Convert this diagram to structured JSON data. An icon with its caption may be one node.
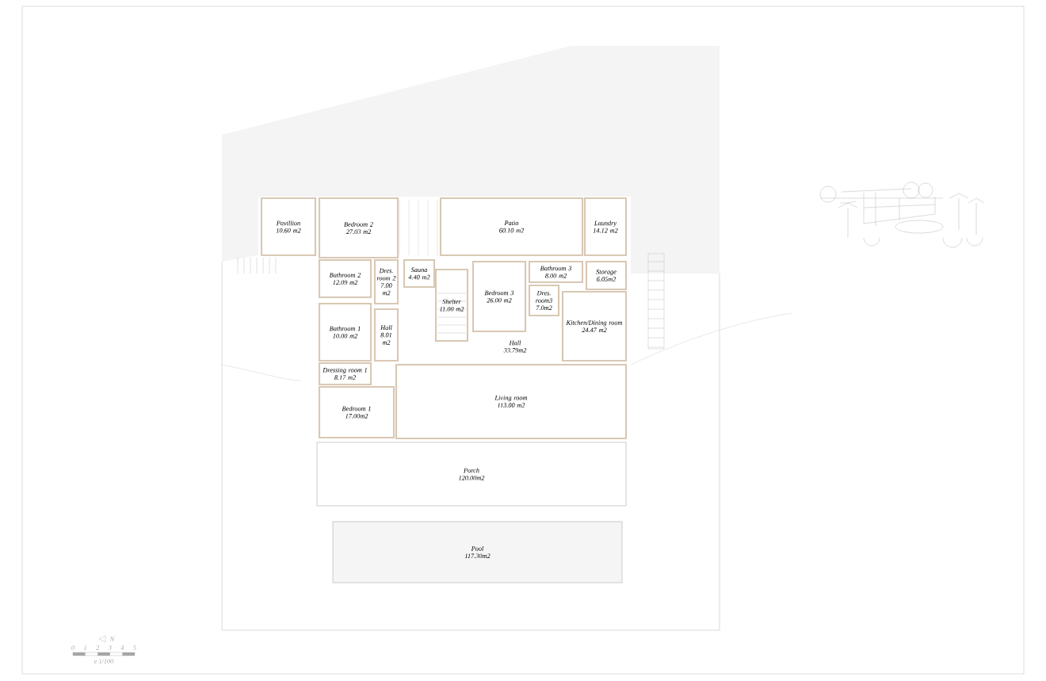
{
  "diagram": {
    "nodes": [
      {
        "text": [
          "Pavillion",
          "10.60 m2"
        ]
      },
      {
        "text": [
          "Bedroom 2",
          "27.03 m2"
        ]
      },
      {
        "text": [
          "Patio",
          "60.10 m2"
        ]
      },
      {
        "text": [
          "Laundry",
          "14.12 m2"
        ]
      },
      {
        "text": [
          "Bathroom 2",
          "12.09 m2"
        ]
      },
      {
        "text": [
          "Dres. room 2",
          "7.00 m2"
        ]
      },
      {
        "text": [
          "Sauna",
          "4.40 m2"
        ]
      },
      {
        "text": [
          "Shelter",
          "11.00 m2"
        ]
      },
      {
        "text": [
          "Bathroom 3",
          "8.00 m2"
        ]
      },
      {
        "text": [
          "Storage",
          "6.05m2"
        ]
      },
      {
        "text": [
          "Bedroom 3",
          "26.00 m2"
        ]
      },
      {
        "text": [
          "Dres. room3",
          "7.0m2"
        ]
      },
      {
        "text": [
          "Kitchen/Dining room",
          "24.47 m2"
        ]
      },
      {
        "text": [
          "Bathroom 1",
          "10.00 m2"
        ]
      },
      {
        "text": [
          "Hall",
          "8.01 m2"
        ]
      },
      {
        "text": [
          "Hall",
          "33.79m2"
        ]
      },
      {
        "text": [
          "Dressing room 1",
          "8.17 m2"
        ]
      },
      {
        "text": [
          "Bedroom 1",
          "17.00m2"
        ]
      },
      {
        "text": [
          "Living room",
          "113.00 m2"
        ]
      },
      {
        "text": [
          "Porch",
          "120.00m2"
        ]
      },
      {
        "text": [
          "Pool",
          "117.30m2"
        ]
      }
    ],
    "labels": [
      "N",
      "0",
      "1",
      "2",
      "3",
      "4",
      "5",
      "e 1/100"
    ]
  }
}
